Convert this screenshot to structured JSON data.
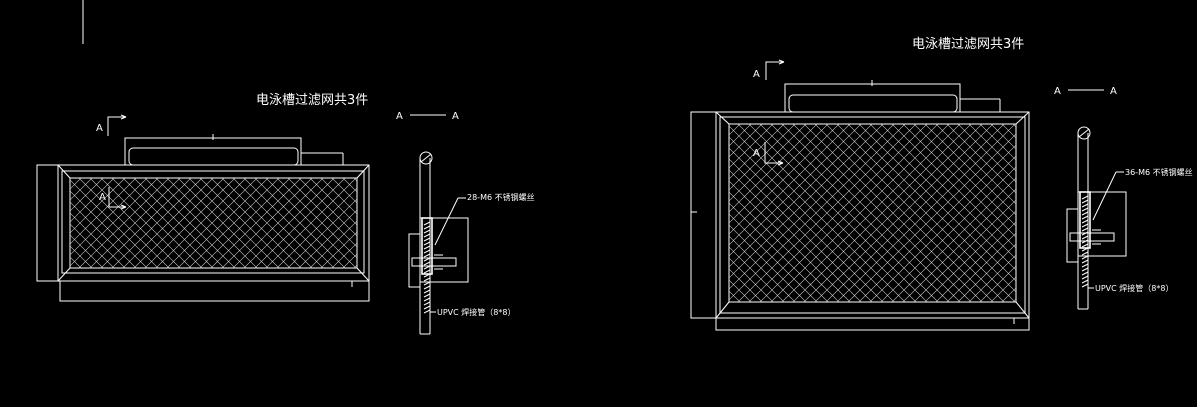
{
  "colors": {
    "background": "#000000",
    "lines": "#ffffff",
    "mesh": "#cfcfcf"
  },
  "left_view": {
    "title": "电泳槽过滤网共3件",
    "section_top": "A",
    "section_inner": "A",
    "section_line_left": "A",
    "section_line_right": "A",
    "bolt_note": "28-M6 不锈钢螺丝",
    "pipe_note": "UPVC 焊接管（8*8）"
  },
  "right_view": {
    "title": "电泳槽过滤网共3件",
    "section_top": "A",
    "section_inner": "A",
    "section_line_left": "A",
    "section_line_right": "A",
    "bolt_note": "36-M6 不锈钢螺丝",
    "pipe_note": "UPVC 焊接管（8*8）"
  }
}
